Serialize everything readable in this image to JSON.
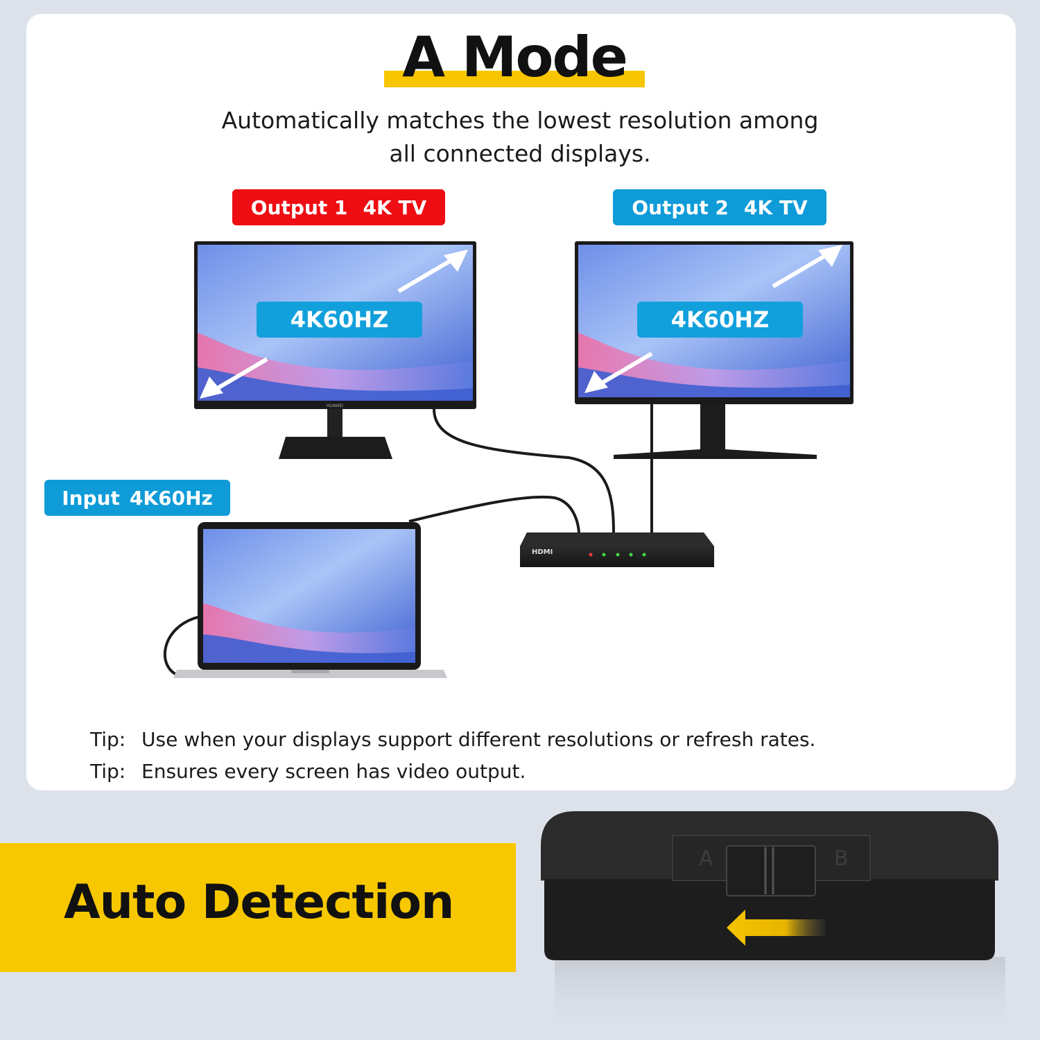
{
  "header": {
    "title": "A Mode",
    "subtitle_line1": "Automatically matches the lowest resolution among",
    "subtitle_line2": "all connected displays."
  },
  "outputs": [
    {
      "name": "Output 1",
      "device": "4K TV",
      "resolution": "4K60HZ",
      "color": "#ee0d12"
    },
    {
      "name": "Output 2",
      "device": "4K TV",
      "resolution": "4K60HZ",
      "color": "#0e9bd8"
    }
  ],
  "input": {
    "name": "Input",
    "resolution": "4K60Hz"
  },
  "splitter": {
    "brand_label": "HDMI"
  },
  "monitor": {
    "brand_label": "HUAWEI"
  },
  "tips": [
    {
      "prefix": "Tip:",
      "text": "Use when your displays support different resolutions or refresh rates."
    },
    {
      "prefix": "Tip:",
      "text": "Ensures every screen has video output."
    }
  ],
  "switch": {
    "left_label": "A",
    "right_label": "B",
    "selected": "A"
  },
  "banner": {
    "text": "Auto Detection",
    "color": "#f7c800"
  }
}
